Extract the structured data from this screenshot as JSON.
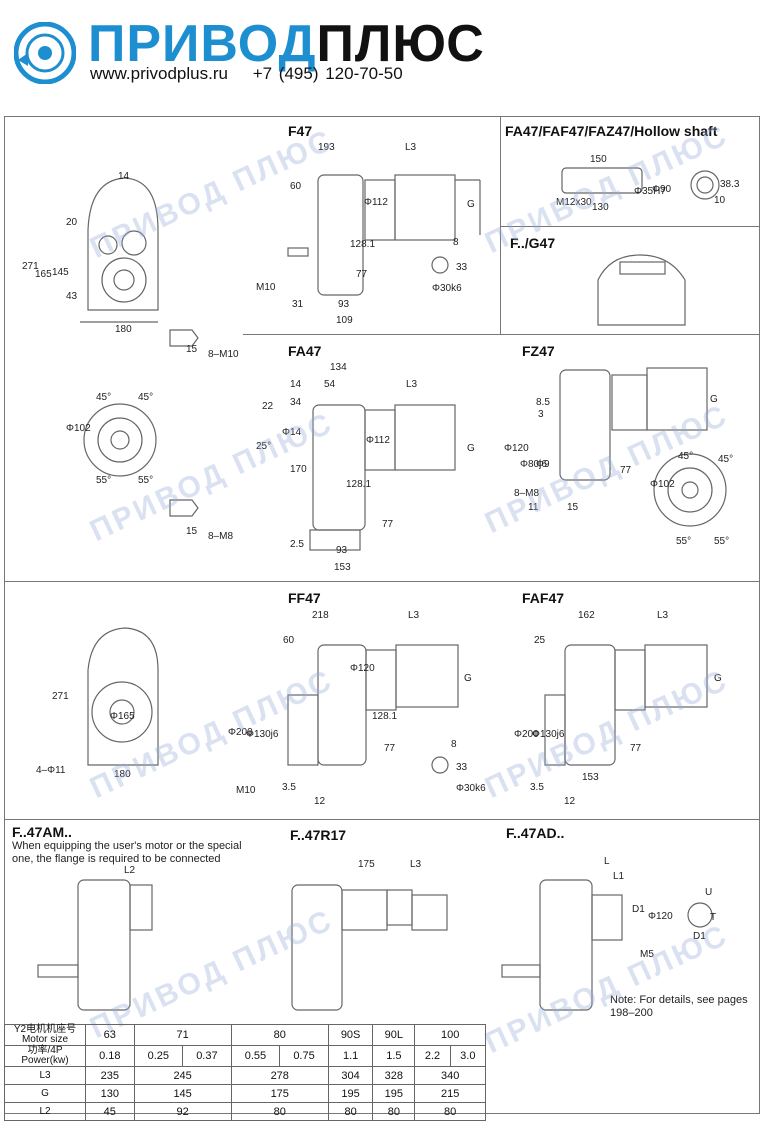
{
  "header": {
    "brand_part1": "ПРИВОД",
    "brand_part2": "ПЛЮС",
    "website": "www.privodplus.ru",
    "phone": "+7 (495) 120-70-50",
    "logo_icon": "gear-circle-logo"
  },
  "watermark": "ПРИВОД ПЛЮС",
  "sections": {
    "f47": {
      "title": "F47"
    },
    "fa47_hollow": {
      "title": "FA47/FAF47/FAZ47/Hollow shaft"
    },
    "fg47": {
      "title": "F../G47"
    },
    "fa47": {
      "title": "FA47"
    },
    "fz47": {
      "title": "FZ47"
    },
    "ff47": {
      "title": "FF47"
    },
    "faf47": {
      "title": "FAF47"
    },
    "f47am": {
      "title": "F..47AM..",
      "note": "When equipping the user's motor or the special one, the flange is required to be connected"
    },
    "f47r17": {
      "title": "F..47R17"
    },
    "f47ad": {
      "title": "F..47AD..",
      "note": "Note: For details, see pages 198–200"
    }
  },
  "dims": {
    "f47": [
      "193",
      "L3",
      "60",
      "Φ112",
      "G",
      "128.1",
      "77",
      "M10",
      "31",
      "93",
      "109",
      "8",
      "33",
      "Φ30k6"
    ],
    "front": [
      "14",
      "20",
      "271",
      "165",
      "145",
      "43",
      "180",
      "15",
      "8–M10"
    ],
    "hollow": [
      "150",
      "Φ35H7",
      "Φ90",
      "38.3",
      "M12x30",
      "130",
      "10"
    ],
    "fa47": [
      "134",
      "14",
      "54",
      "L3",
      "34",
      "22",
      "25°",
      "Φ14",
      "Φ112",
      "G",
      "170",
      "128.1",
      "77",
      "2.5",
      "93",
      "153"
    ],
    "flange": [
      "45°",
      "45°",
      "Φ102",
      "55°",
      "55°",
      "15",
      "8–M8"
    ],
    "fz47": [
      "8.5",
      "3",
      "Φ120",
      "Φ80j6",
      "Φ9",
      "8–M8",
      "11",
      "15",
      "77",
      "G",
      "45°",
      "45°",
      "Φ102",
      "55°",
      "55°"
    ],
    "ff47_front": [
      "271",
      "Φ165",
      "4–Φ11",
      "180"
    ],
    "ff47": [
      "218",
      "L3",
      "60",
      "Φ120",
      "G",
      "128.1",
      "Φ200",
      "Φ130j6",
      "77",
      "M10",
      "3.5",
      "12",
      "8",
      "33",
      "Φ30k6"
    ],
    "faf47": [
      "162",
      "L3",
      "25",
      "G",
      "Φ200",
      "Φ130j6",
      "77",
      "153",
      "3.5",
      "12"
    ],
    "f47am": [
      "L2"
    ],
    "f47r17": [
      "175",
      "L3"
    ],
    "f47ad": [
      "L",
      "L1",
      "D1",
      "Φ120",
      "M5",
      "U",
      "T",
      "D1"
    ]
  },
  "spec_table": {
    "rows": [
      {
        "label": "Y2电机机座号 Motor size",
        "cells": [
          "63",
          "71",
          "80",
          "90S",
          "90L",
          "100"
        ]
      },
      {
        "label": "功率/4P Power(kw)",
        "cells": [
          "0.18",
          "0.25",
          "0.37",
          "0.55",
          "0.75",
          "1.1",
          "1.5",
          "2.2",
          "3.0"
        ]
      },
      {
        "label": "L3",
        "cells": [
          "235",
          "245",
          "278",
          "304",
          "328",
          "340"
        ]
      },
      {
        "label": "G",
        "cells": [
          "130",
          "145",
          "175",
          "195",
          "195",
          "215"
        ]
      },
      {
        "label": "L2",
        "cells": [
          "45",
          "92",
          "80",
          "80",
          "80",
          "80"
        ]
      }
    ]
  },
  "colors": {
    "brand_blue": "#1d8fd1",
    "line": "#777777",
    "watermark": "#96aad7"
  }
}
